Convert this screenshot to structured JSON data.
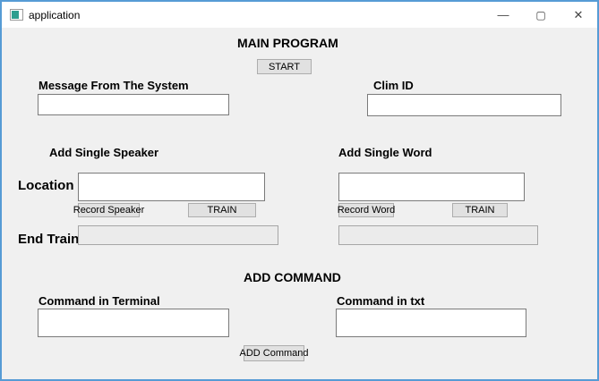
{
  "window": {
    "title": "application",
    "controls": {
      "minimize_glyph": "—",
      "maximize_glyph": "▢",
      "close_glyph": "✕"
    }
  },
  "main": {
    "title": "MAIN PROGRAM",
    "start_button": "START"
  },
  "system_row": {
    "message_label": "Message From The System",
    "message_value": "",
    "clim_label": "Clim ID",
    "clim_value": ""
  },
  "speaker_section": {
    "heading": "Add Single Speaker",
    "location_label": "Location",
    "location_value": "",
    "record_button": "Record Speaker",
    "train_button": "TRAIN"
  },
  "word_section": {
    "heading": "Add Single Word",
    "word_value": "",
    "record_button": "Record Word",
    "train_button": "TRAIN"
  },
  "end_train": {
    "label": "End Train",
    "left_value": "",
    "right_value": ""
  },
  "command_section": {
    "heading": "ADD COMMAND",
    "terminal_label": "Command in Terminal",
    "terminal_value": "",
    "txt_label": "Command in txt",
    "txt_value": "",
    "add_button": "ADD Command"
  },
  "colors": {
    "window_border": "#569bd5",
    "titlebar_bg": "#ffffff",
    "content_bg": "#f0f0f0",
    "button_bg": "#e1e1e1",
    "button_border": "#adadad",
    "entry_border": "#7a7a7a",
    "disabled_entry_bg": "#ebebeb"
  }
}
